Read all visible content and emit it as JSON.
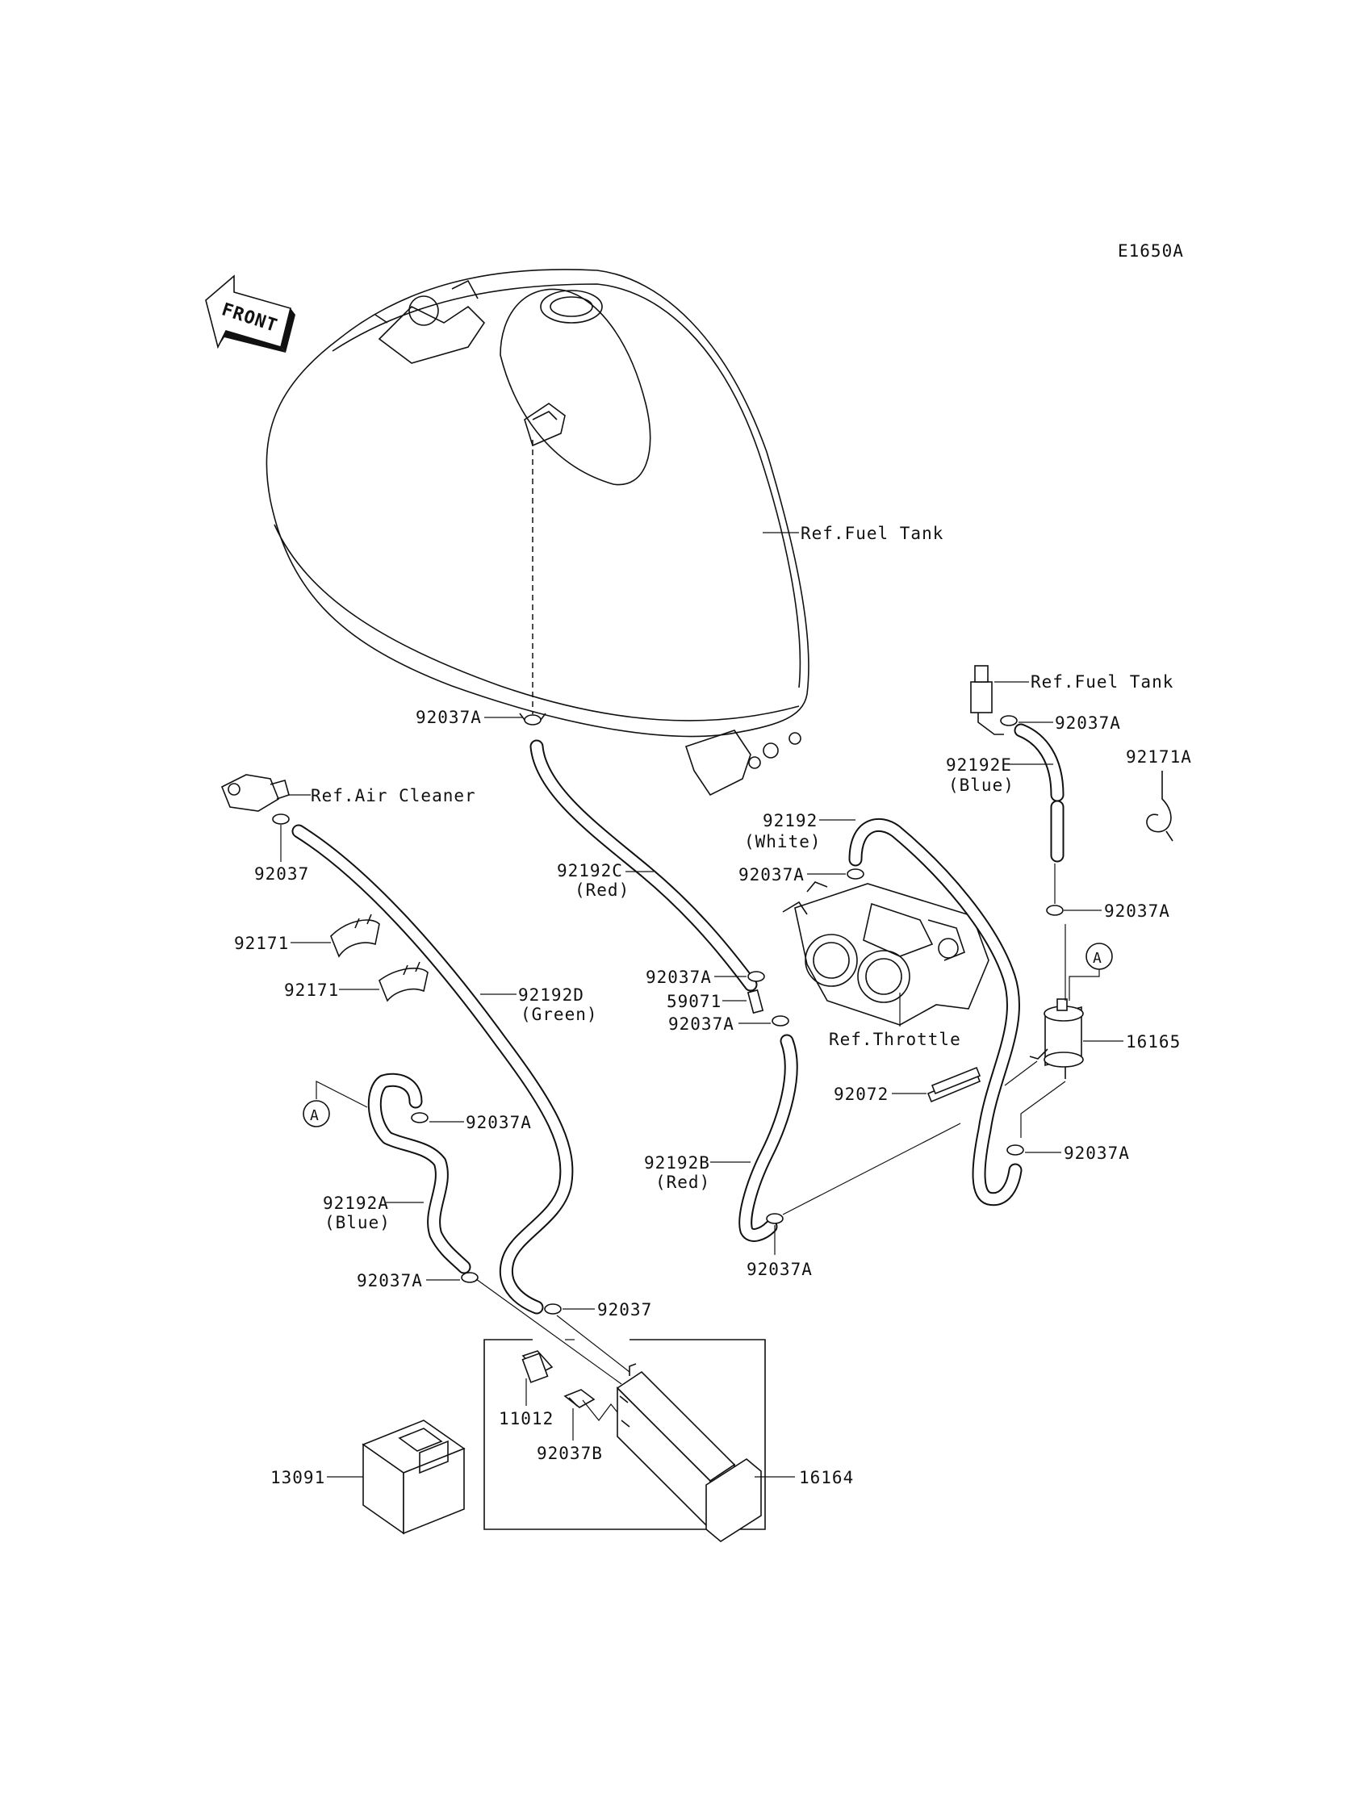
{
  "diagram_id": "E1650A",
  "front_label": "FRONT",
  "callout_marker": "A",
  "labels": {
    "ref_fuel_tank": "Ref.Fuel Tank",
    "ref_fuel_tank_2": "Ref.Fuel Tank",
    "ref_air_cleaner": "Ref.Air Cleaner",
    "ref_throttle": "Ref.Throttle",
    "p92037A_top": "92037A",
    "p92037A_right_top": "92037A",
    "p92192E": "92192E",
    "p92192E_color": "(Blue)",
    "p92171A": "92171A",
    "p92192": "92192",
    "p92192_color": "(White)",
    "p92037A_throttle": "92037A",
    "p92192C": "92192C",
    "p92192C_color": "(Red)",
    "p92037": "92037",
    "p92037A_mid_right": "92037A",
    "p92171_a": "92171",
    "p92171_b": "92171",
    "p92192D": "92192D",
    "p92192D_color": "(Green)",
    "p92037A_c1": "92037A",
    "p59071": "59071",
    "p92037A_c2": "92037A",
    "p16165": "16165",
    "p92072": "92072",
    "p92037A_left": "92037A",
    "p92037A_filter_bottom": "92037A",
    "p92192B": "92192B",
    "p92192B_color": "(Red)",
    "p92192A": "92192A",
    "p92192A_color": "(Blue)",
    "p92037A_bottom": "92037A",
    "p92037A_left_bottom": "92037A",
    "p92037_bottom": "92037",
    "p11012": "11012",
    "p92037B": "92037B",
    "p13091": "13091",
    "p16164": "16164"
  }
}
